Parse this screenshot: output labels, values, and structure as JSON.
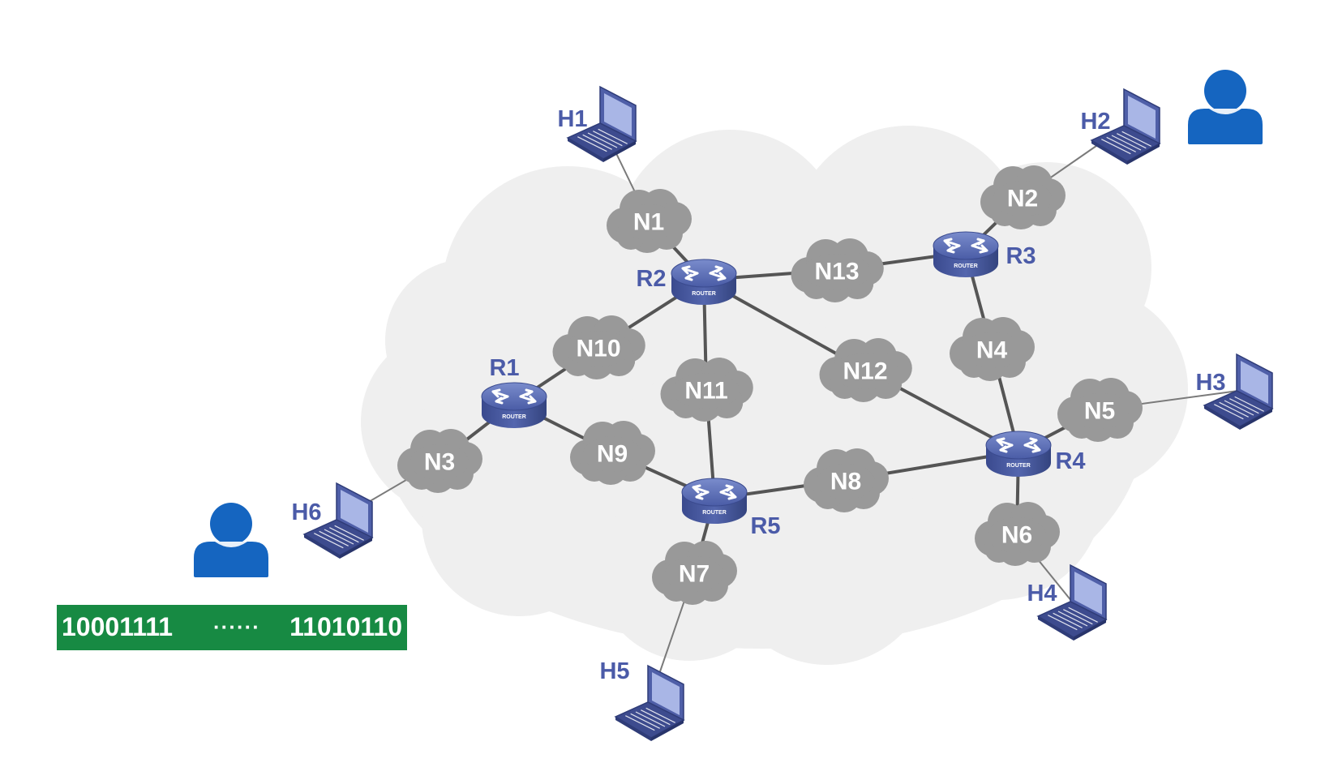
{
  "networks": [
    "N1",
    "N2",
    "N3",
    "N4",
    "N5",
    "N6",
    "N7",
    "N8",
    "N9",
    "N10",
    "N11",
    "N12",
    "N13"
  ],
  "routers": [
    "R1",
    "R2",
    "R3",
    "R4",
    "R5"
  ],
  "router_badge": "ROUTER",
  "hosts": [
    "H1",
    "H2",
    "H3",
    "H4",
    "H5",
    "H6"
  ],
  "bitstream": {
    "start": "10001111",
    "ellipsis": "······",
    "end": "11010110"
  },
  "colors": {
    "cloud_background": "#efefef",
    "network_cloud": "#999999",
    "router": "#5a6cb0",
    "label": "#4b5ba8",
    "laptop": "#4f5fa8",
    "user": "#1565c0",
    "bit_bar": "#178a43"
  },
  "links": [
    [
      "H1",
      "N1"
    ],
    [
      "N1",
      "R2"
    ],
    [
      "R2",
      "N13"
    ],
    [
      "N13",
      "R3"
    ],
    [
      "R3",
      "N2"
    ],
    [
      "N2",
      "H2"
    ],
    [
      "R3",
      "N4"
    ],
    [
      "N4",
      "R4"
    ],
    [
      "R4",
      "N5"
    ],
    [
      "N5",
      "H3"
    ],
    [
      "R4",
      "N6"
    ],
    [
      "N6",
      "H4"
    ],
    [
      "R2",
      "N12"
    ],
    [
      "N12",
      "R4"
    ],
    [
      "R2",
      "N11"
    ],
    [
      "N11",
      "R5"
    ],
    [
      "R2",
      "N10"
    ],
    [
      "N10",
      "R1"
    ],
    [
      "R1",
      "N9"
    ],
    [
      "N9",
      "R5"
    ],
    [
      "R1",
      "N3"
    ],
    [
      "N3",
      "H6"
    ],
    [
      "R5",
      "N8"
    ],
    [
      "N8",
      "R4"
    ],
    [
      "R5",
      "N7"
    ],
    [
      "N7",
      "H5"
    ]
  ]
}
